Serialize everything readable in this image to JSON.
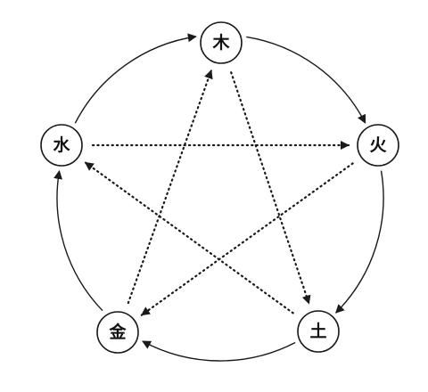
{
  "diagram": {
    "nodes": [
      {
        "id": "wood",
        "label": "木"
      },
      {
        "id": "fire",
        "label": "火"
      },
      {
        "id": "earth",
        "label": "土"
      },
      {
        "id": "metal",
        "label": "金"
      },
      {
        "id": "water",
        "label": "水"
      }
    ],
    "generating_cycle": [
      {
        "from": "wood",
        "to": "fire"
      },
      {
        "from": "fire",
        "to": "earth"
      },
      {
        "from": "earth",
        "to": "metal"
      },
      {
        "from": "metal",
        "to": "water"
      },
      {
        "from": "water",
        "to": "wood"
      }
    ],
    "controlling_cycle": [
      {
        "from": "wood",
        "to": "earth"
      },
      {
        "from": "fire",
        "to": "metal"
      },
      {
        "from": "earth",
        "to": "water"
      },
      {
        "from": "metal",
        "to": "wood"
      },
      {
        "from": "water",
        "to": "fire"
      }
    ],
    "line_color": "#1a1a1a"
  }
}
